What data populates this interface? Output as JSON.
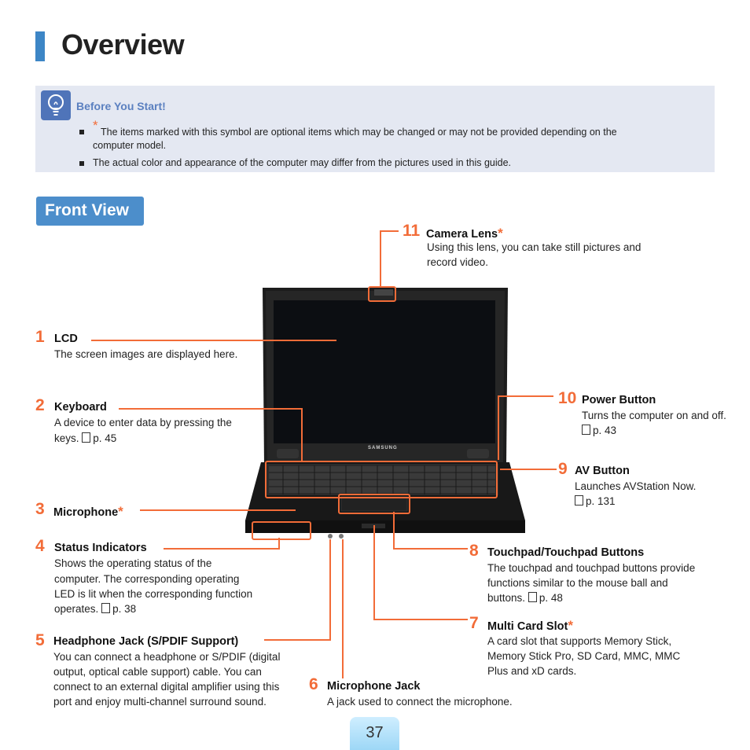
{
  "page": {
    "title": "Overview",
    "number": "37"
  },
  "tip": {
    "heading": "Before You Start!",
    "star": "*",
    "bullets": [
      "The items marked with this symbol are optional items which may be changed or may not be provided depending on the",
      "computer model.",
      "The actual color and appearance of the computer may differ from the pictures used in this guide."
    ]
  },
  "section": {
    "title": "Front View"
  },
  "laptop": {
    "brand": "SAMSUNG"
  },
  "callouts": {
    "c1": {
      "num": "1",
      "title": "LCD",
      "desc": [
        "The screen images are displayed here."
      ]
    },
    "c2": {
      "num": "2",
      "title": "Keyboard",
      "desc": [
        "A device to enter data by pressing the",
        "keys."
      ],
      "ref": "p. 45"
    },
    "c3": {
      "num": "3",
      "title": "Microphone",
      "star": "*"
    },
    "c4": {
      "num": "4",
      "title": "Status Indicators",
      "desc": [
        "Shows the operating status of the",
        "computer. The corresponding operating",
        "LED is lit when the corresponding function",
        "operates."
      ],
      "ref": "p. 38"
    },
    "c5": {
      "num": "5",
      "title": "Headphone Jack (S/PDIF Support)",
      "desc": [
        "You can connect a headphone or S/PDIF (digital",
        "output, optical cable support) cable. You can",
        "connect to an external digital amplifier using this",
        "port and enjoy multi-channel surround sound."
      ]
    },
    "c6": {
      "num": "6",
      "title": "Microphone Jack",
      "desc": [
        "A jack used to connect the microphone."
      ]
    },
    "c7": {
      "num": "7",
      "title": "Multi Card Slot",
      "star": "*",
      "desc": [
        "A card slot that supports Memory Stick,",
        "Memory Stick Pro, SD Card,  MMC, MMC",
        "Plus and xD cards."
      ]
    },
    "c8": {
      "num": "8",
      "title": "Touchpad/Touchpad Buttons",
      "desc": [
        "The touchpad and touchpad buttons provide",
        "functions similar to the mouse ball and",
        "buttons."
      ],
      "ref": "p. 48"
    },
    "c9": {
      "num": "9",
      "title": "AV Button",
      "desc": [
        "Launches AVStation Now."
      ],
      "ref": "p. 131"
    },
    "c10": {
      "num": "10",
      "title": "Power Button",
      "desc": [
        "Turns the computer on and off."
      ],
      "ref": "p. 43"
    },
    "c11": {
      "num": "11",
      "title": "Camera Lens",
      "star": "*",
      "desc": [
        "Using this lens, you can take still pictures and",
        "record video."
      ]
    }
  }
}
